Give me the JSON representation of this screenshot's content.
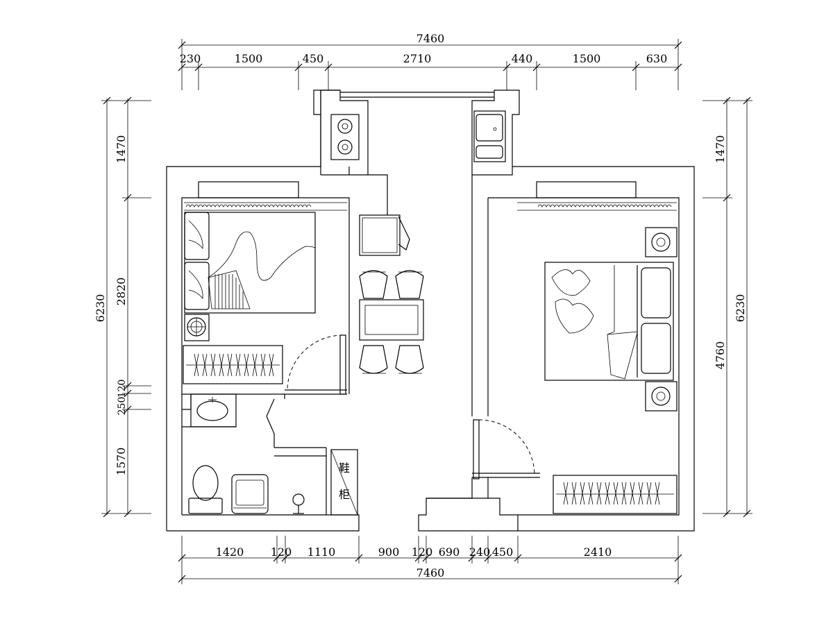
{
  "dimensions": {
    "top_total": "7460",
    "top_segments": [
      "230",
      "1500",
      "450",
      "2710",
      "440",
      "1500",
      "630"
    ],
    "bottom_segments": [
      "1420",
      "120",
      "1110",
      "900",
      "120",
      "690",
      "240",
      "450",
      "2410"
    ],
    "bottom_total": "7460",
    "left_total": "6230",
    "left_segments": [
      "1470",
      "2820",
      "250",
      "120",
      "1570"
    ],
    "right_total": "6230",
    "right_segments": [
      "1470",
      "4760"
    ]
  },
  "labels": {
    "shoe_cabinet_1": "鞋",
    "shoe_cabinet_2": "柜"
  }
}
